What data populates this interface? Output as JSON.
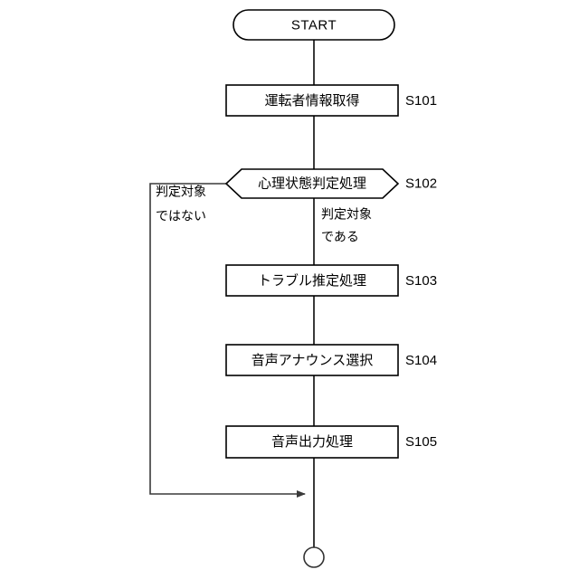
{
  "diagram": {
    "title": "",
    "type": "flowchart",
    "colors": {
      "background": "#ffffff",
      "stroke": "#000000",
      "connector": "#3a3a3a",
      "text": "#000000"
    },
    "nodes": [
      {
        "id": "start",
        "shape": "stadium",
        "label": "START",
        "step": ""
      },
      {
        "id": "s101",
        "shape": "rectangle",
        "label": "運転者情報取得",
        "step": "S101"
      },
      {
        "id": "s102",
        "shape": "hexagon",
        "label": "心理状態判定処理",
        "step": "S102"
      },
      {
        "id": "s103",
        "shape": "rectangle",
        "label": "トラブル推定処理",
        "step": "S103"
      },
      {
        "id": "s104",
        "shape": "rectangle",
        "label": "音声アナウンス選択",
        "step": "S104"
      },
      {
        "id": "s105",
        "shape": "rectangle",
        "label": "音声出力処理",
        "step": "S105"
      },
      {
        "id": "end",
        "shape": "circle",
        "label": "",
        "step": ""
      }
    ],
    "branch_labels": {
      "no_line1": "判定対象",
      "no_line2": "ではない",
      "yes_line1": "判定対象",
      "yes_line2": "である"
    }
  }
}
